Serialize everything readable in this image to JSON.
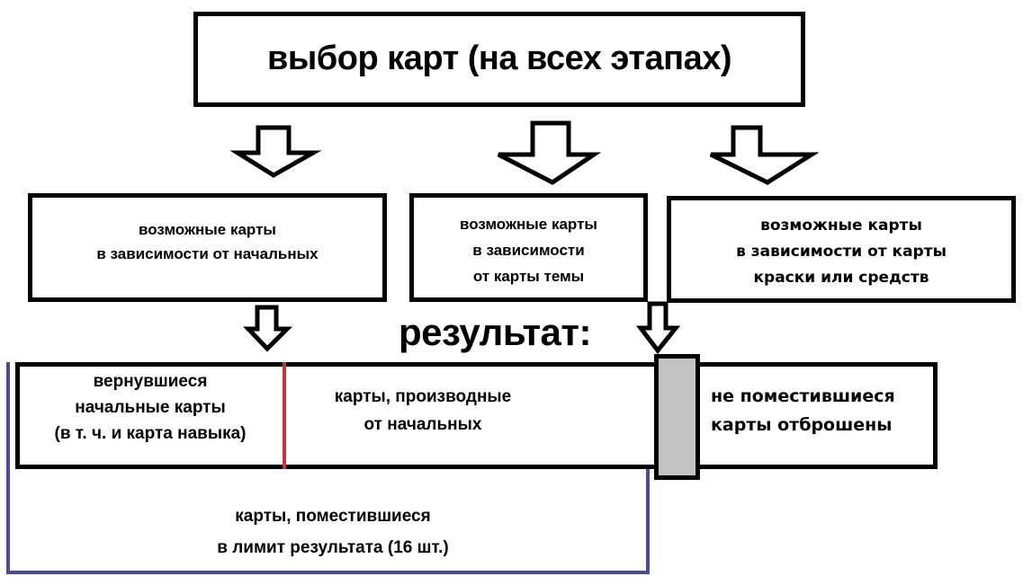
{
  "top_box": {
    "title": "выбор карт (на всех этапах)"
  },
  "sources": [
    {
      "lines": [
        "возможные карты",
        "в зависимости от начальных"
      ]
    },
    {
      "lines": [
        "возможные карты",
        "в зависимости",
        "от карты темы"
      ]
    },
    {
      "lines": [
        "возможные карты",
        "в зависимости от карты",
        "краски или средств"
      ]
    }
  ],
  "result": {
    "heading": "результат:",
    "returned": [
      "вернувшиеся",
      "начальные карты",
      "(в т. ч. и карта навыка)"
    ],
    "derived": [
      "карты, производные",
      "от начальных"
    ],
    "discarded": [
      "не поместившиеся",
      "карты отброшены"
    ],
    "fitted": [
      "карты, поместившиеся",
      "в лимит результата (16 шт.)"
    ]
  },
  "colors": {
    "divider": "#c8323a",
    "bracket": "#4a4aa0",
    "cutoff": "#c3c3c3"
  }
}
